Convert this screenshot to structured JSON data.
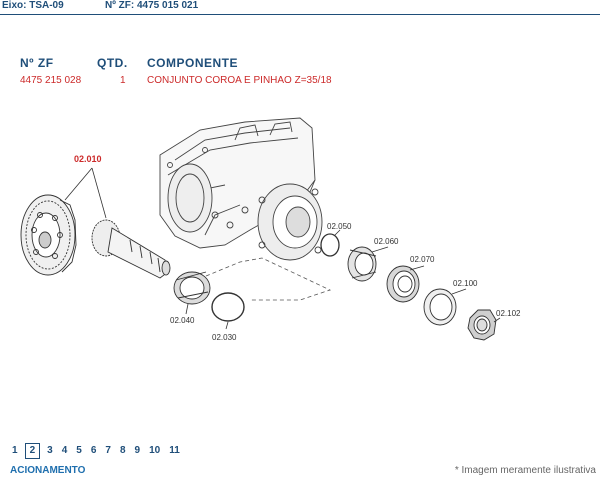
{
  "header": {
    "eixo": "Eixo: TSA-09",
    "zf": "Nº ZF: 4475 015 021"
  },
  "table": {
    "headers": {
      "zf": "Nº ZF",
      "qtd": "QTD.",
      "componente": "COMPONENTE"
    },
    "rows": [
      {
        "zf": "4475 215 028",
        "qtd": "1",
        "componente": "CONJUNTO COROA E PINHAO Z=35/18"
      }
    ]
  },
  "diagram": {
    "labels": {
      "assembly": "02.010",
      "p040": "02.040",
      "p030": "02.030",
      "p050": "02.050",
      "p060": "02.060",
      "p070": "02.070",
      "p100": "02.100",
      "p102": "02.102"
    }
  },
  "pagination": {
    "pages": [
      "1",
      "2",
      "3",
      "4",
      "5",
      "6",
      "7",
      "8",
      "9",
      "10",
      "11"
    ],
    "current": "2"
  },
  "footer": {
    "link": "ACIONAMENTO",
    "note": "* Imagem meramente ilustrativa"
  },
  "colors": {
    "header_blue": "#1f4e79",
    "link_blue": "#1f6fae",
    "red": "#cc2a2a"
  }
}
